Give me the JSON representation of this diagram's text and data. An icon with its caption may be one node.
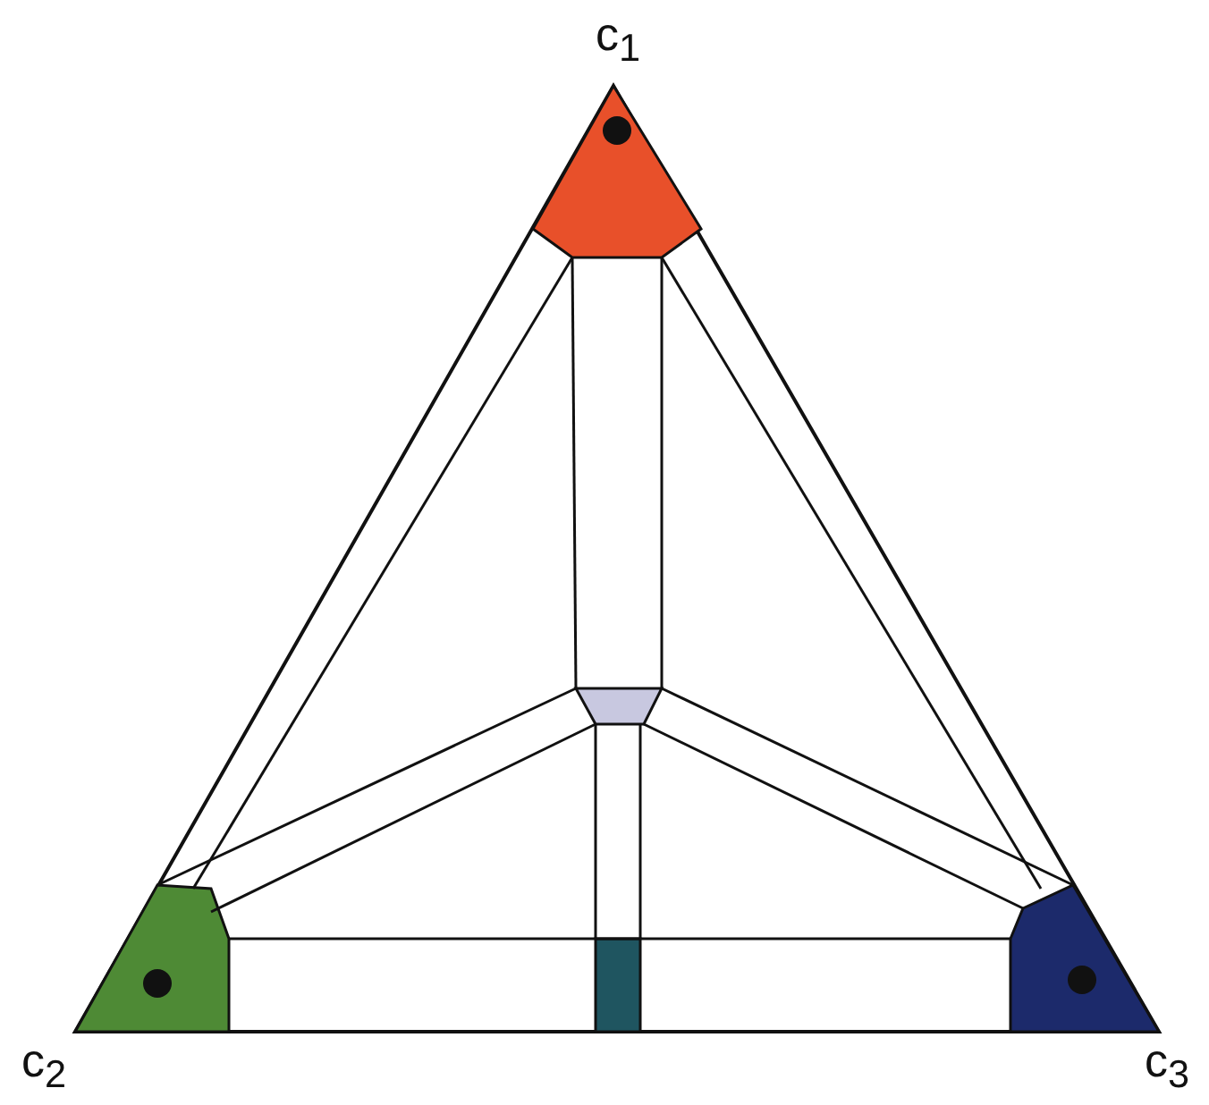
{
  "diagram": {
    "labels": [
      "c$_{1}$",
      "c$_{2}$",
      "c$_{3}$"
    ]
  }
}
